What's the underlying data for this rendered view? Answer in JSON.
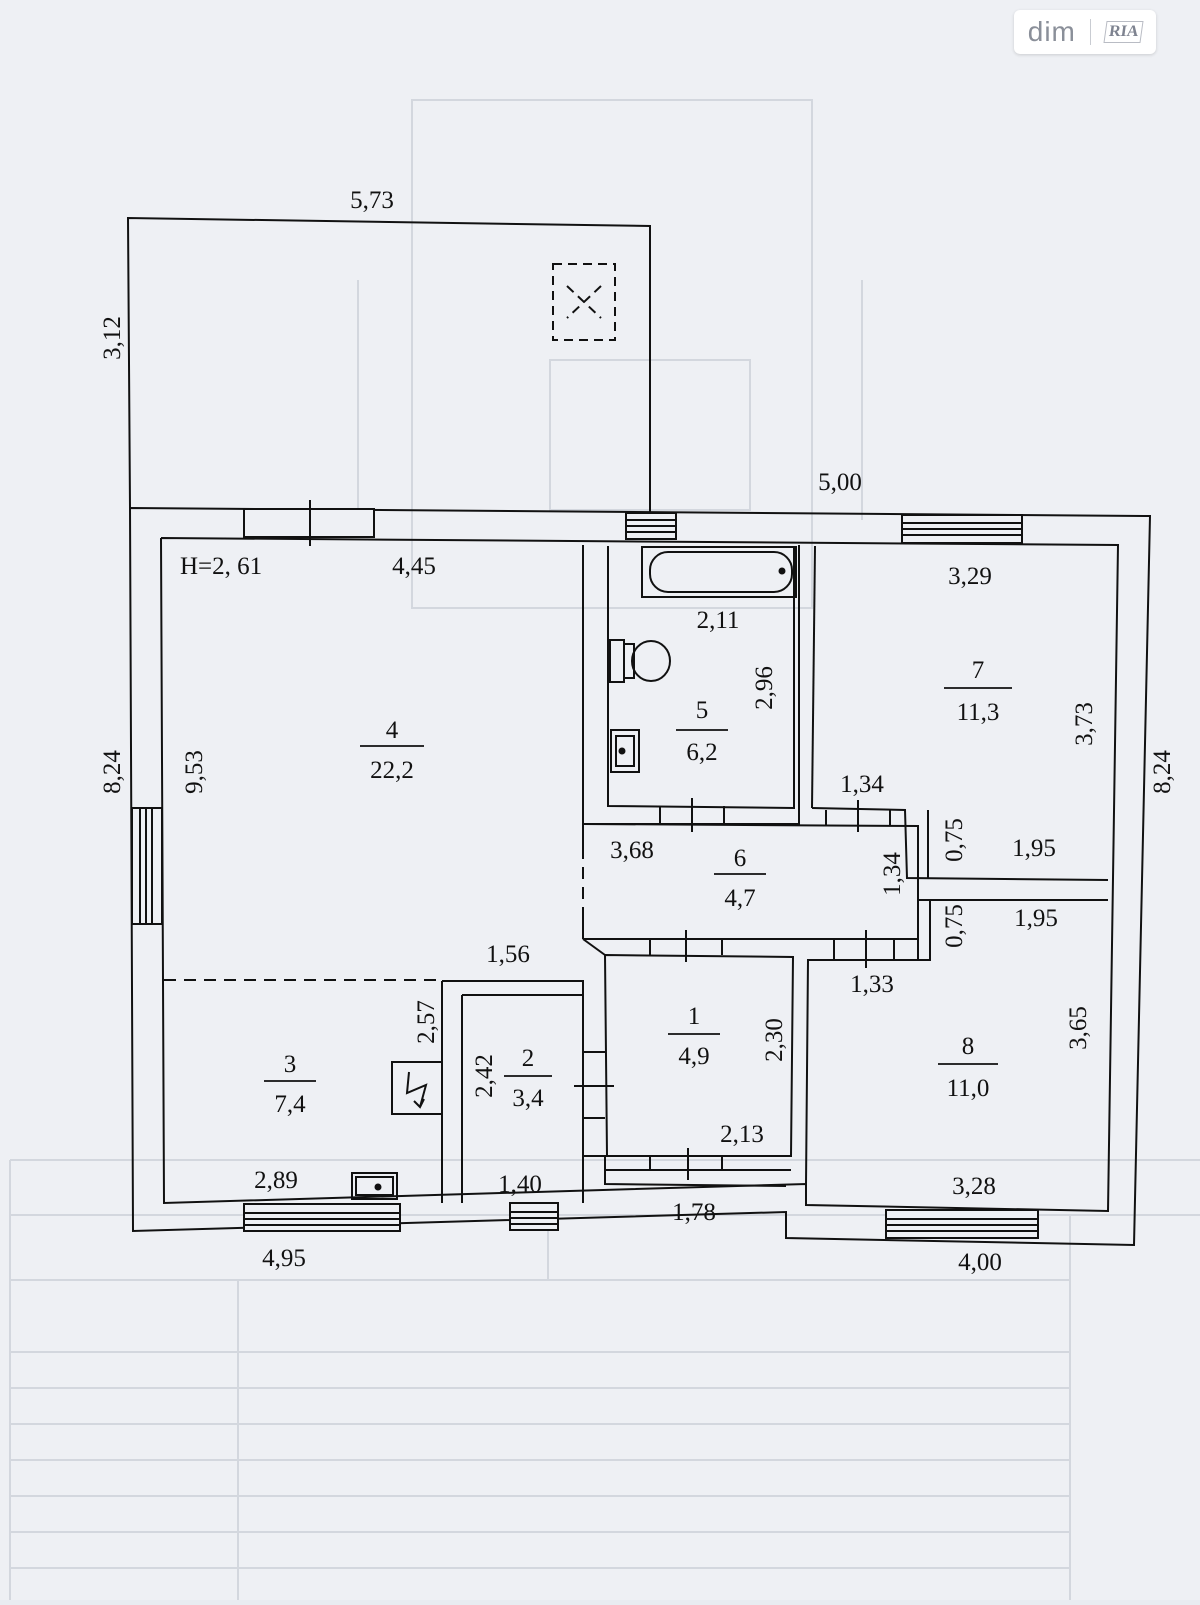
{
  "logo": {
    "text": "dim",
    "sub": "RIA"
  },
  "height_note": "H=2, 61",
  "rooms": [
    {
      "id": "4",
      "area": "22,2"
    },
    {
      "id": "5",
      "area": "6,2"
    },
    {
      "id": "7",
      "area": "11,3"
    },
    {
      "id": "6",
      "area": "4,7"
    },
    {
      "id": "3",
      "area": "7,4"
    },
    {
      "id": "2",
      "area": "3,4"
    },
    {
      "id": "1",
      "area": "4,9"
    },
    {
      "id": "8",
      "area": "11,0"
    }
  ],
  "dimensions": {
    "top_terrace": "5,73",
    "left_terrace": "3,12",
    "top_right": "5,00",
    "left_outer": "8,24",
    "right_outer": "8,24",
    "bottom_left": "4,95",
    "bottom_right": "4,00",
    "bottom_mid": "1,78",
    "room4_width": "4,45",
    "room4_length": "9,53",
    "room5_width": "2,11",
    "room5_length": "2,96",
    "room7_width": "3,29",
    "room7_length": "3,73",
    "wall_134_top": "1,34",
    "gap_075_top": "0,75",
    "gap_195_top": "1,95",
    "room6_length": "3,68",
    "room6_width": "1,34",
    "gap_075_bottom": "0,75",
    "gap_195_bottom": "1,95",
    "wall_133": "1,33",
    "hall_156": "1,56",
    "room3_257": "2,57",
    "room2_length": "2,42",
    "room1_length": "2,30",
    "room1_width": "2,13",
    "room8_length": "3,65",
    "room3_width": "2,89",
    "room2_width": "1,40",
    "room8_width": "3,28"
  }
}
